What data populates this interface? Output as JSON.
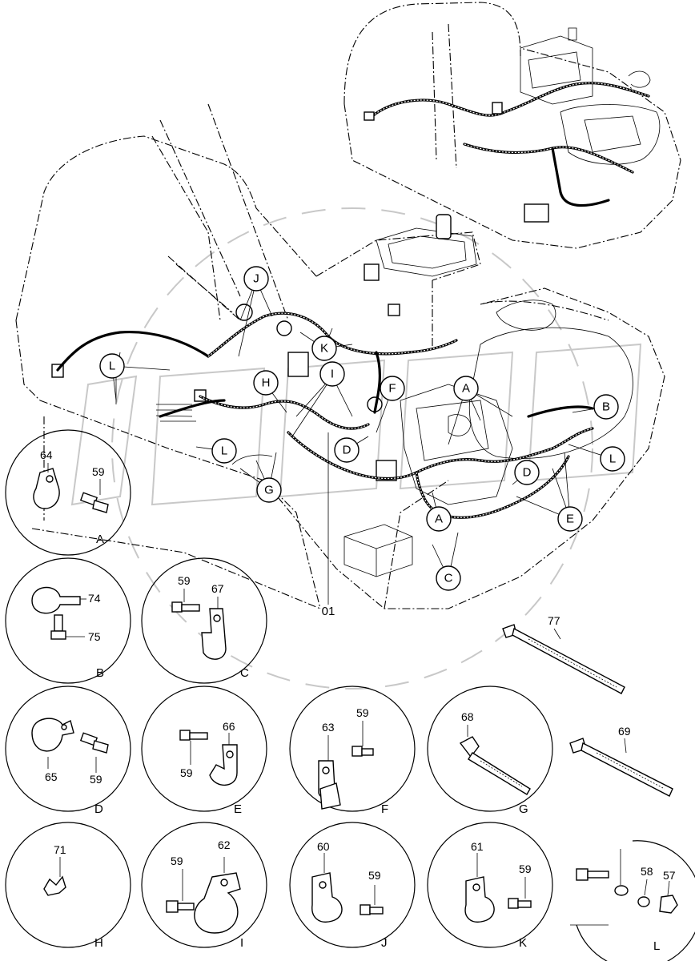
{
  "diagram": {
    "overview_callouts": [
      "J",
      "K",
      "L",
      "H",
      "I",
      "F",
      "A",
      "B",
      "D",
      "L",
      "G",
      "L",
      "D",
      "E",
      "A",
      "C"
    ],
    "harness_label": "01",
    "details": [
      {
        "letter": "A",
        "parts": [
          "64",
          "59"
        ]
      },
      {
        "letter": "B",
        "parts": [
          "74",
          "75"
        ]
      },
      {
        "letter": "C",
        "parts": [
          "59",
          "67"
        ]
      },
      {
        "letter": "D",
        "parts": [
          "65",
          "59"
        ]
      },
      {
        "letter": "E",
        "parts": [
          "66",
          "59"
        ]
      },
      {
        "letter": "F",
        "parts": [
          "63",
          "59"
        ]
      },
      {
        "letter": "G",
        "parts": [
          "68"
        ]
      },
      {
        "letter": "H",
        "parts": [
          "71"
        ]
      },
      {
        "letter": "I",
        "parts": [
          "59",
          "62"
        ]
      },
      {
        "letter": "J",
        "parts": [
          "60",
          "59"
        ]
      },
      {
        "letter": "K",
        "parts": [
          "61",
          "59"
        ]
      },
      {
        "letter": "L",
        "parts": [
          "58",
          "57"
        ]
      }
    ],
    "loose_parts": [
      "77",
      "69"
    ]
  }
}
